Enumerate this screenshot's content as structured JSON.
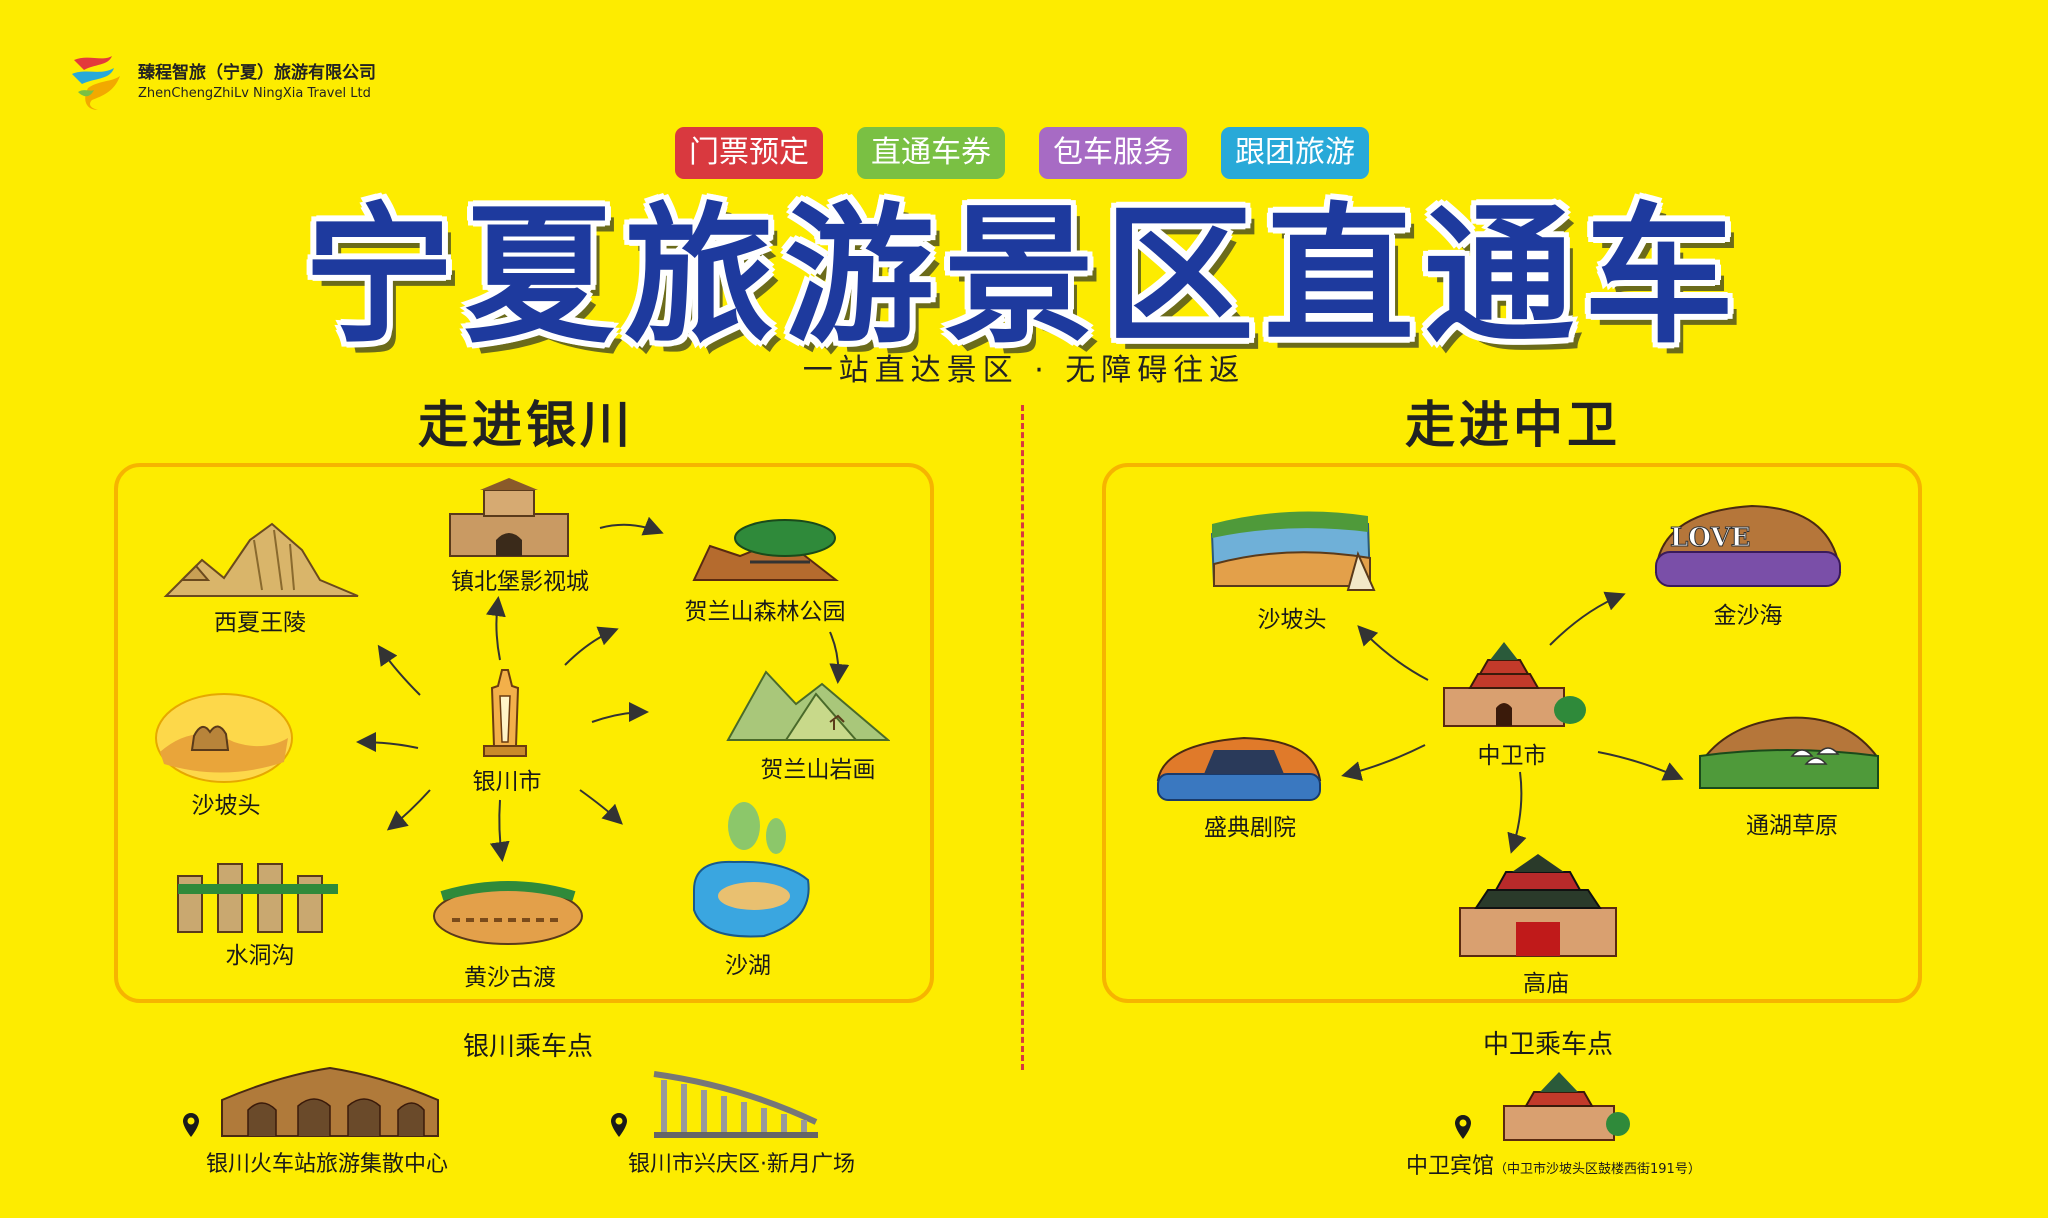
{
  "company": {
    "name_cn": "臻程智旅（宁夏）旅游有限公司",
    "name_en": "ZhenChengZhiLv NingXia Travel Ltd"
  },
  "services": [
    "门票预定",
    "直通车券",
    "包车服务",
    "跟团旅游"
  ],
  "title": "宁夏旅游景区直通车",
  "subtitle": "一站直达景区 · 无障碍往返",
  "yinchuan": {
    "heading": "走进银川",
    "hub": "银川市",
    "spots": [
      "西夏王陵",
      "镇北堡影视城",
      "贺兰山森林公园",
      "贺兰山岩画",
      "沙坡头",
      "水洞沟",
      "黄沙古渡",
      "沙湖"
    ],
    "pickup_heading": "银川乘车点",
    "pickups": [
      "银川火车站旅游集散中心",
      "银川市兴庆区·新月广场"
    ]
  },
  "zhongwei": {
    "heading": "走进中卫",
    "hub": "中卫市",
    "spots": [
      "沙坡头",
      "金沙海",
      "盛典剧院",
      "通湖草原",
      "高庙"
    ],
    "love_sign": "LOVE",
    "pickup_heading": "中卫乘车点",
    "pickup_name": "中卫宾馆",
    "pickup_address": "（中卫市沙坡头区鼓楼西街191号）"
  },
  "colors": {
    "background": "#fdec00",
    "title_blue": "#1e3a9e",
    "tag_red": "#d9393f",
    "tag_green": "#7ac043",
    "tag_purple": "#a76bc4",
    "tag_blue": "#28a9d8",
    "panel_border": "#f6b400",
    "divider": "#d9393f"
  }
}
